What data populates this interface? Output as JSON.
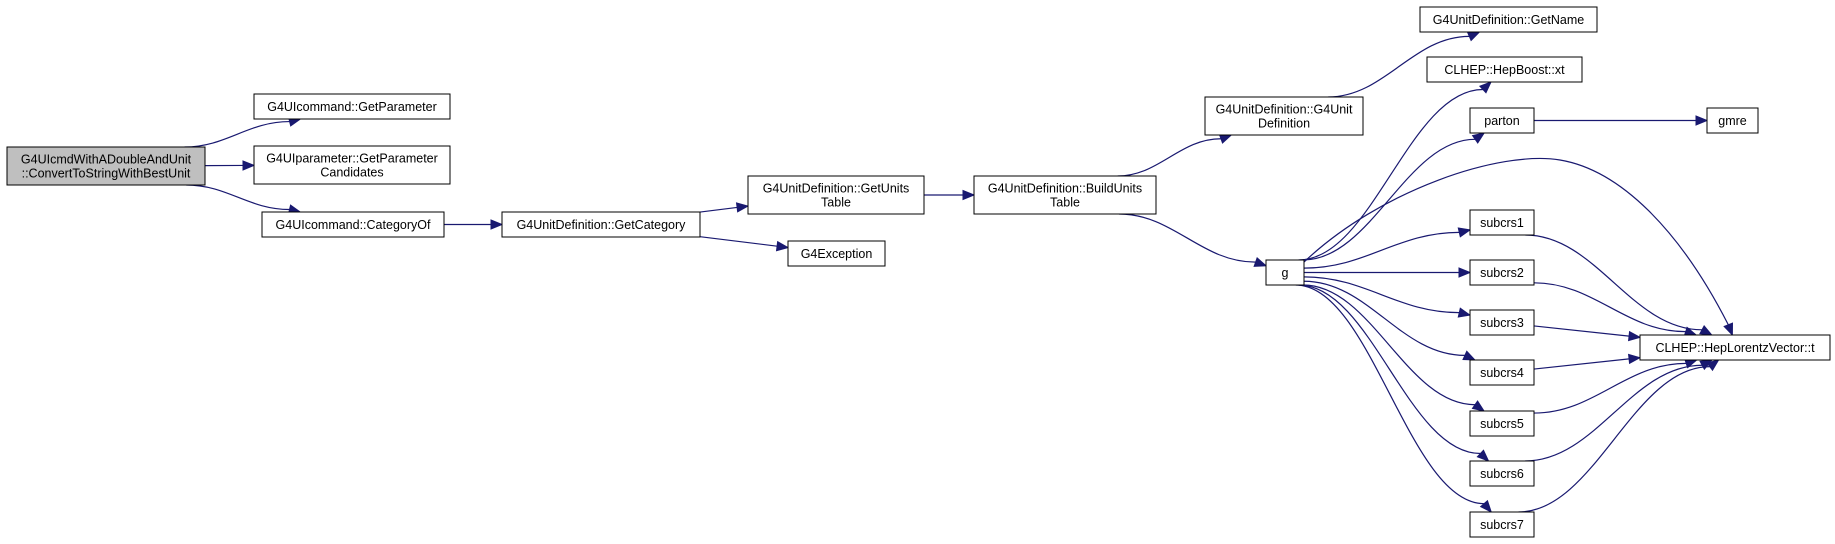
{
  "nodes": [
    {
      "id": "root",
      "lines": [
        "G4UIcmdWithADoubleAndUnit",
        "::ConvertToStringWithBestUnit"
      ],
      "root": true
    },
    {
      "id": "getParameter",
      "lines": [
        "G4UIcommand::GetParameter"
      ]
    },
    {
      "id": "getParamCand",
      "lines": [
        "G4UIparameter::GetParameter",
        "Candidates"
      ]
    },
    {
      "id": "categoryOf",
      "lines": [
        "G4UIcommand::CategoryOf"
      ]
    },
    {
      "id": "getCategory",
      "lines": [
        "G4UnitDefinition::GetCategory"
      ]
    },
    {
      "id": "getUnitsTable",
      "lines": [
        "G4UnitDefinition::GetUnits",
        "Table"
      ]
    },
    {
      "id": "g4Exception",
      "lines": [
        "G4Exception"
      ]
    },
    {
      "id": "buildUnitsTable",
      "lines": [
        "G4UnitDefinition::BuildUnits",
        "Table"
      ]
    },
    {
      "id": "g4UnitDef",
      "lines": [
        "G4UnitDefinition::G4Unit",
        "Definition"
      ]
    },
    {
      "id": "getName",
      "lines": [
        "G4UnitDefinition::GetName"
      ]
    },
    {
      "id": "hepBoost",
      "lines": [
        "CLHEP::HepBoost::xt"
      ]
    },
    {
      "id": "parton",
      "lines": [
        "parton"
      ]
    },
    {
      "id": "gmre",
      "lines": [
        "gmre"
      ]
    },
    {
      "id": "g",
      "lines": [
        "g"
      ]
    },
    {
      "id": "subcrs1",
      "lines": [
        "subcrs1"
      ]
    },
    {
      "id": "subcrs2",
      "lines": [
        "subcrs2"
      ]
    },
    {
      "id": "subcrs3",
      "lines": [
        "subcrs3"
      ]
    },
    {
      "id": "subcrs4",
      "lines": [
        "subcrs4"
      ]
    },
    {
      "id": "subcrs5",
      "lines": [
        "subcrs5"
      ]
    },
    {
      "id": "subcrs6",
      "lines": [
        "subcrs6"
      ]
    },
    {
      "id": "subcrs7",
      "lines": [
        "subcrs7"
      ]
    },
    {
      "id": "lorentz",
      "lines": [
        "CLHEP::HepLorentzVector::t"
      ]
    }
  ],
  "edges": [
    {
      "from": "root",
      "to": "getParameter"
    },
    {
      "from": "root",
      "to": "getParamCand"
    },
    {
      "from": "root",
      "to": "categoryOf"
    },
    {
      "from": "categoryOf",
      "to": "getCategory"
    },
    {
      "from": "getCategory",
      "to": "getUnitsTable"
    },
    {
      "from": "getCategory",
      "to": "g4Exception"
    },
    {
      "from": "getUnitsTable",
      "to": "buildUnitsTable"
    },
    {
      "from": "buildUnitsTable",
      "to": "g4UnitDef"
    },
    {
      "from": "buildUnitsTable",
      "to": "g"
    },
    {
      "from": "g4UnitDef",
      "to": "getName"
    },
    {
      "from": "g",
      "to": "hepBoost"
    },
    {
      "from": "g",
      "to": "parton"
    },
    {
      "from": "parton",
      "to": "gmre"
    },
    {
      "from": "g",
      "to": "lorentz"
    },
    {
      "from": "g",
      "to": "subcrs1"
    },
    {
      "from": "g",
      "to": "subcrs2"
    },
    {
      "from": "g",
      "to": "subcrs3"
    },
    {
      "from": "g",
      "to": "subcrs4"
    },
    {
      "from": "g",
      "to": "subcrs5"
    },
    {
      "from": "g",
      "to": "subcrs6"
    },
    {
      "from": "g",
      "to": "subcrs7"
    },
    {
      "from": "subcrs1",
      "to": "lorentz"
    },
    {
      "from": "subcrs2",
      "to": "lorentz"
    },
    {
      "from": "subcrs3",
      "to": "lorentz"
    },
    {
      "from": "subcrs4",
      "to": "lorentz"
    },
    {
      "from": "subcrs5",
      "to": "lorentz"
    },
    {
      "from": "subcrs6",
      "to": "lorentz"
    },
    {
      "from": "subcrs7",
      "to": "lorentz"
    }
  ],
  "colors": {
    "edge": "#191970",
    "root_fill": "#bfbfbf",
    "node_fill": "#ffffff",
    "border": "#000000"
  }
}
